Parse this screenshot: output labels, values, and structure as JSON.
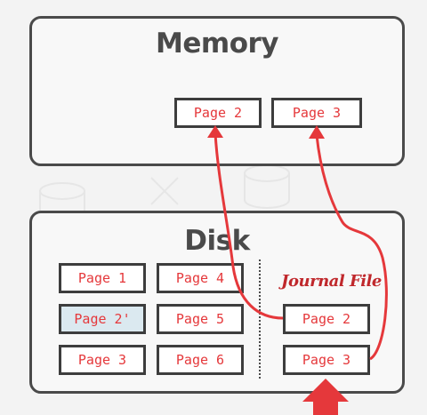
{
  "memory": {
    "title": "Memory",
    "pages": [
      "Page 2",
      "Page 3"
    ]
  },
  "disk": {
    "title": "Disk",
    "pages": [
      "Page 1",
      "Page 4",
      "Page 2'",
      "Page 5",
      "Page 3",
      "Page 6"
    ],
    "journal": {
      "label": "Journal File",
      "pages": [
        "Page 2",
        "Page 3"
      ]
    }
  },
  "colors": {
    "arrow": "#e5383b",
    "border": "#4a4a4a",
    "highlight": "#dbe9f0"
  }
}
